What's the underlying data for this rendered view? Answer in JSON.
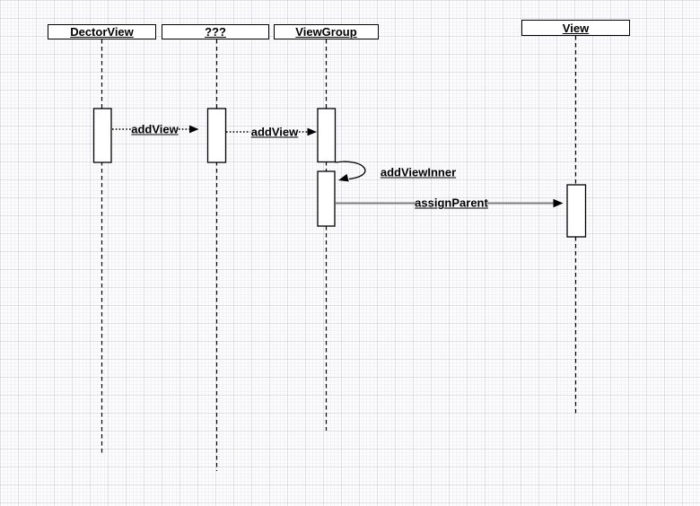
{
  "diagram": {
    "type": "uml-sequence-diagram",
    "participants": [
      {
        "label": "DectorView"
      },
      {
        "label": "???"
      },
      {
        "label": "ViewGroup"
      },
      {
        "label": "View"
      }
    ],
    "messages": [
      {
        "label": "addView",
        "from": "DectorView",
        "to": "???",
        "line_style": "dotted"
      },
      {
        "label": "addView",
        "from": "???",
        "to": "ViewGroup",
        "line_style": "dotted"
      },
      {
        "label": "addViewInner",
        "from": "ViewGroup",
        "to": "ViewGroup",
        "line_style": "self-loop"
      },
      {
        "label": "assignParent",
        "from": "ViewGroup",
        "to": "View",
        "line_style": "solid"
      }
    ],
    "colors": {
      "background": "#fcfcfd",
      "grid_major": "#e3e3e9",
      "grid_minor": "#f4f4f8",
      "stroke": "#000000",
      "shape_fill": "#ffffff",
      "solid_message_line": "#7d7d7d"
    }
  }
}
